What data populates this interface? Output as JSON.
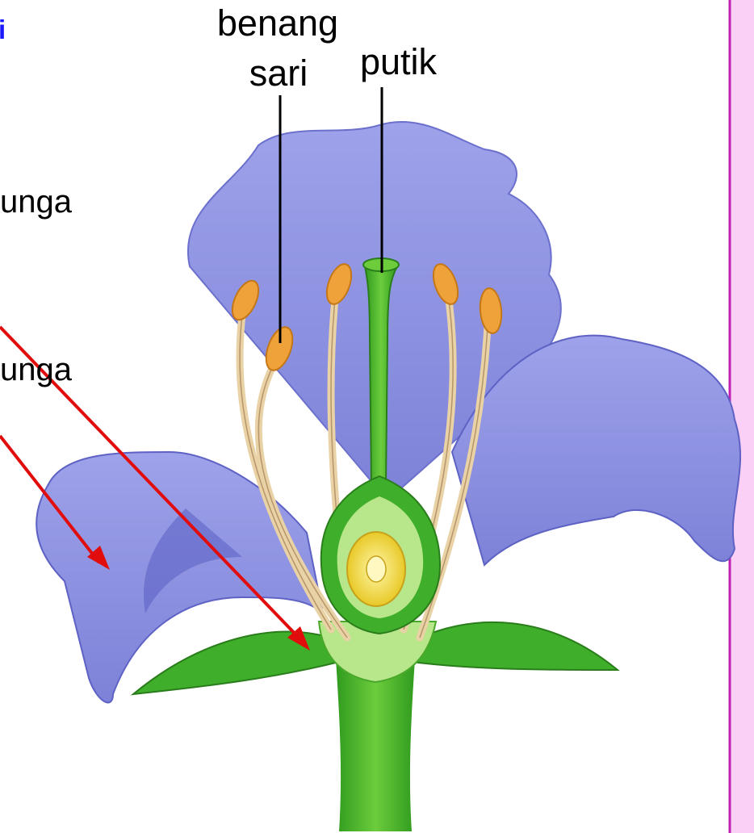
{
  "labels": {
    "heading_fragment": "i",
    "stamen_line1": "benang",
    "stamen_line2": "sari",
    "pistil": "putik",
    "left_label_1": "unga",
    "left_label_2": "unga"
  },
  "colors": {
    "petal": "#8e93e0",
    "petal_shadow": "#5d62c4",
    "leaf": "#3fae2a",
    "leaf_light": "#9ee07a",
    "anther": "#f0a23a",
    "filament": "#e8d2a6",
    "ovary": "#f2e24a",
    "arrow": "#e10d0d",
    "side_panel": "#fbd0f6",
    "side_panel_border": "#c21fb4"
  }
}
